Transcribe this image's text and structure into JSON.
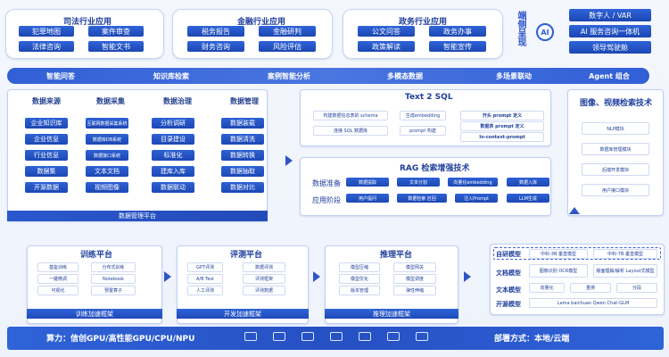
{
  "top": {
    "judicial": {
      "title": "司法行业应用",
      "items": [
        "犯罪地图",
        "案件审查",
        "法律咨询",
        "智能文书"
      ]
    },
    "finance": {
      "title": "金融行业应用",
      "items": [
        "税务报告",
        "金融研判",
        "财务咨询",
        "风险评估"
      ]
    },
    "gov": {
      "title": "政务行业应用",
      "items": [
        "公文问答",
        "政务办事",
        "政策解读",
        "智能宣传"
      ]
    },
    "edge": {
      "title": "端侧呈现",
      "icon_label": "AI",
      "items": [
        "数字人 / VAR",
        "AI 服务咨询一体机",
        "领导驾驶舱"
      ]
    }
  },
  "stages": [
    "智能问答",
    "知识库检索",
    "案例智能分析",
    "多模态数据",
    "多场景联动",
    "Agent 组合"
  ],
  "data_platform": {
    "footer": "数据管理平台",
    "cols": [
      {
        "title": "数据来源",
        "items": [
          "企业知识库",
          "企业信息",
          "行业信息",
          "数据集",
          "开源数据"
        ]
      },
      {
        "title": "数据采集",
        "items": [
          "互联网数据采集系统",
          "数据库DB系统",
          "数据接口系统",
          "文本文档",
          "视频图像"
        ]
      },
      {
        "title": "数据治理",
        "items": [
          "分析调研",
          "目录建设",
          "标准化",
          "建库入库",
          "数据联动"
        ]
      },
      {
        "title": "数据管理",
        "items": [
          "数据装载",
          "数据清洗",
          "数据转换",
          "数据抽取",
          "数据对比"
        ]
      }
    ]
  },
  "text2sql": {
    "title": "Text 2 SQL",
    "items": [
      "构建数据信息表的 schema",
      "生成embedding",
      "开头 prompt 定义",
      "连接 SQL 数据库",
      "prompt 构建",
      "数据表 prompt 定义",
      "In-context-prompt"
    ]
  },
  "rag": {
    "title": "RAG 检索增强技术",
    "rows": [
      {
        "label": "数据准备",
        "items": [
          "数据提取",
          "文本分割",
          "向量化embedding",
          "数据入库"
        ]
      },
      {
        "label": "应用阶段",
        "items": [
          "用户提问",
          "数据检索 召回",
          "注入Prompt",
          "LLM生成"
        ]
      }
    ]
  },
  "vision": {
    "title": "图像、视频检索技术",
    "items": [
      "NLP模块",
      "数据库管理模块",
      "后端开发模块",
      "用户接口模块"
    ]
  },
  "training": {
    "title": "训练平台",
    "footer": "训练加速框架",
    "items": [
      "基座训练",
      "分布式训练",
      "一键微调",
      "Notebook",
      "可视化",
      "预置算子"
    ]
  },
  "evaluation": {
    "title": "评测平台",
    "footer": "开发加速框架",
    "items": [
      "GPT评测",
      "数据评测",
      "A/B Test",
      "评测框架",
      "人工评测",
      "评测数据"
    ]
  },
  "inference": {
    "title": "推理平台",
    "footer": "推理加速框架",
    "items": [
      "模型压缩",
      "模型网关",
      "模型优化",
      "模型调度",
      "版本管理",
      "弹性伸缩"
    ]
  },
  "models": {
    "rows": [
      {
        "label": "自研模型",
        "items": [
          "中科-3B 垂直模型",
          "中科-7B 垂直模型"
        ]
      },
      {
        "label": "文档模型",
        "items": [
          "图像识别 OCR模型",
          "版面理解/解析 Layout式模型"
        ]
      },
      {
        "label": "文本模型",
        "items": [
          "向量化",
          "重排",
          "分段"
        ]
      },
      {
        "label": "开源模型",
        "items": [
          "Lama baichuan Qwen Chat-GLM"
        ]
      }
    ]
  },
  "bottom": {
    "compute": "算力：信创GPU/高性能GPU/CPU/NPU",
    "deploy": "部署方式：本地/云端"
  },
  "colors": {
    "primary": "#2f5fd5",
    "dark": "#1c45b0",
    "bg": "#f3f6fc"
  }
}
